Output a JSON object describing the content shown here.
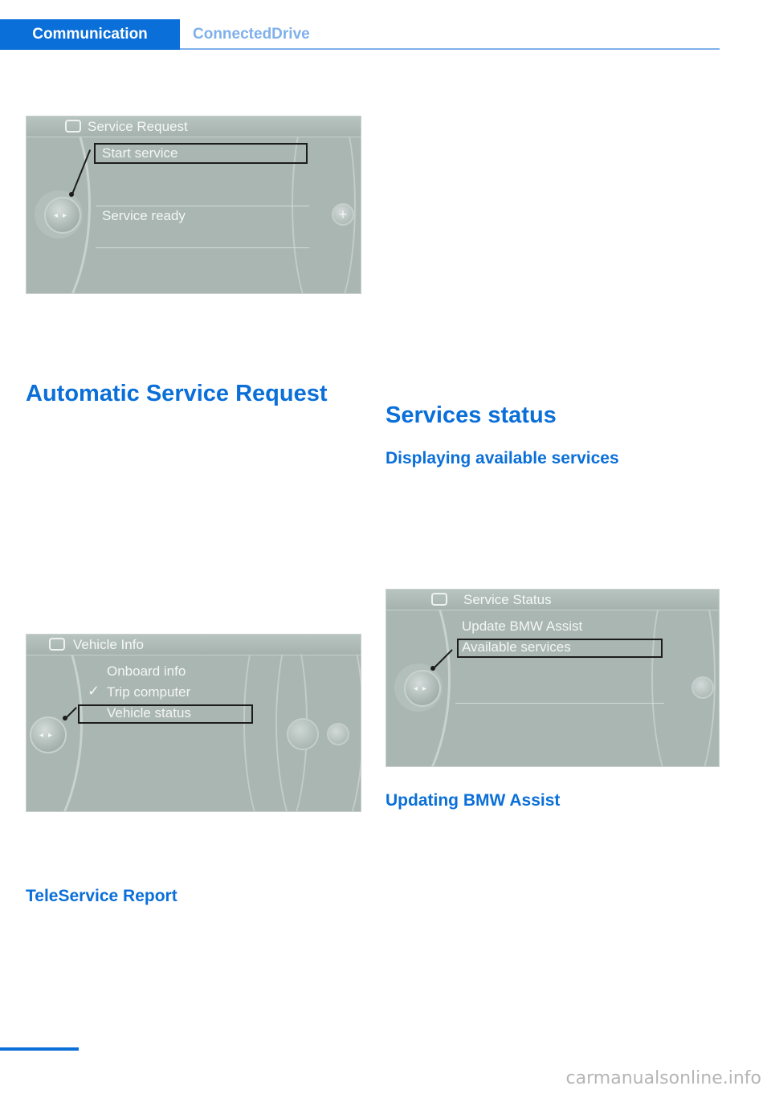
{
  "header": {
    "active_tab": "Communication",
    "inactive_tab": "ConnectedDrive"
  },
  "screens": {
    "service_request": {
      "title": "Service Request",
      "items": [
        "Start service",
        "Service ready"
      ]
    },
    "vehicle_info": {
      "title": "Vehicle Info",
      "items": [
        "Onboard info",
        "Trip computer",
        "Vehicle status"
      ],
      "checkmark": "✓"
    },
    "service_status": {
      "title": "Service Status",
      "items": [
        "Update BMW Assist",
        "Available services"
      ]
    }
  },
  "headings": {
    "automatic_service_request": "Automatic Service Request",
    "teleservice_report": "TeleService Report",
    "services_status": "Services status",
    "displaying_available_services": "Displaying available services",
    "updating_bmw_assist": "Updating BMW Assist"
  },
  "footer": {
    "watermark": "carmanualsonline.info"
  },
  "colors": {
    "brand_blue": "#0a6fd8",
    "light_blue": "#7fb0ea",
    "screen_bg": "#a9b6b2"
  }
}
